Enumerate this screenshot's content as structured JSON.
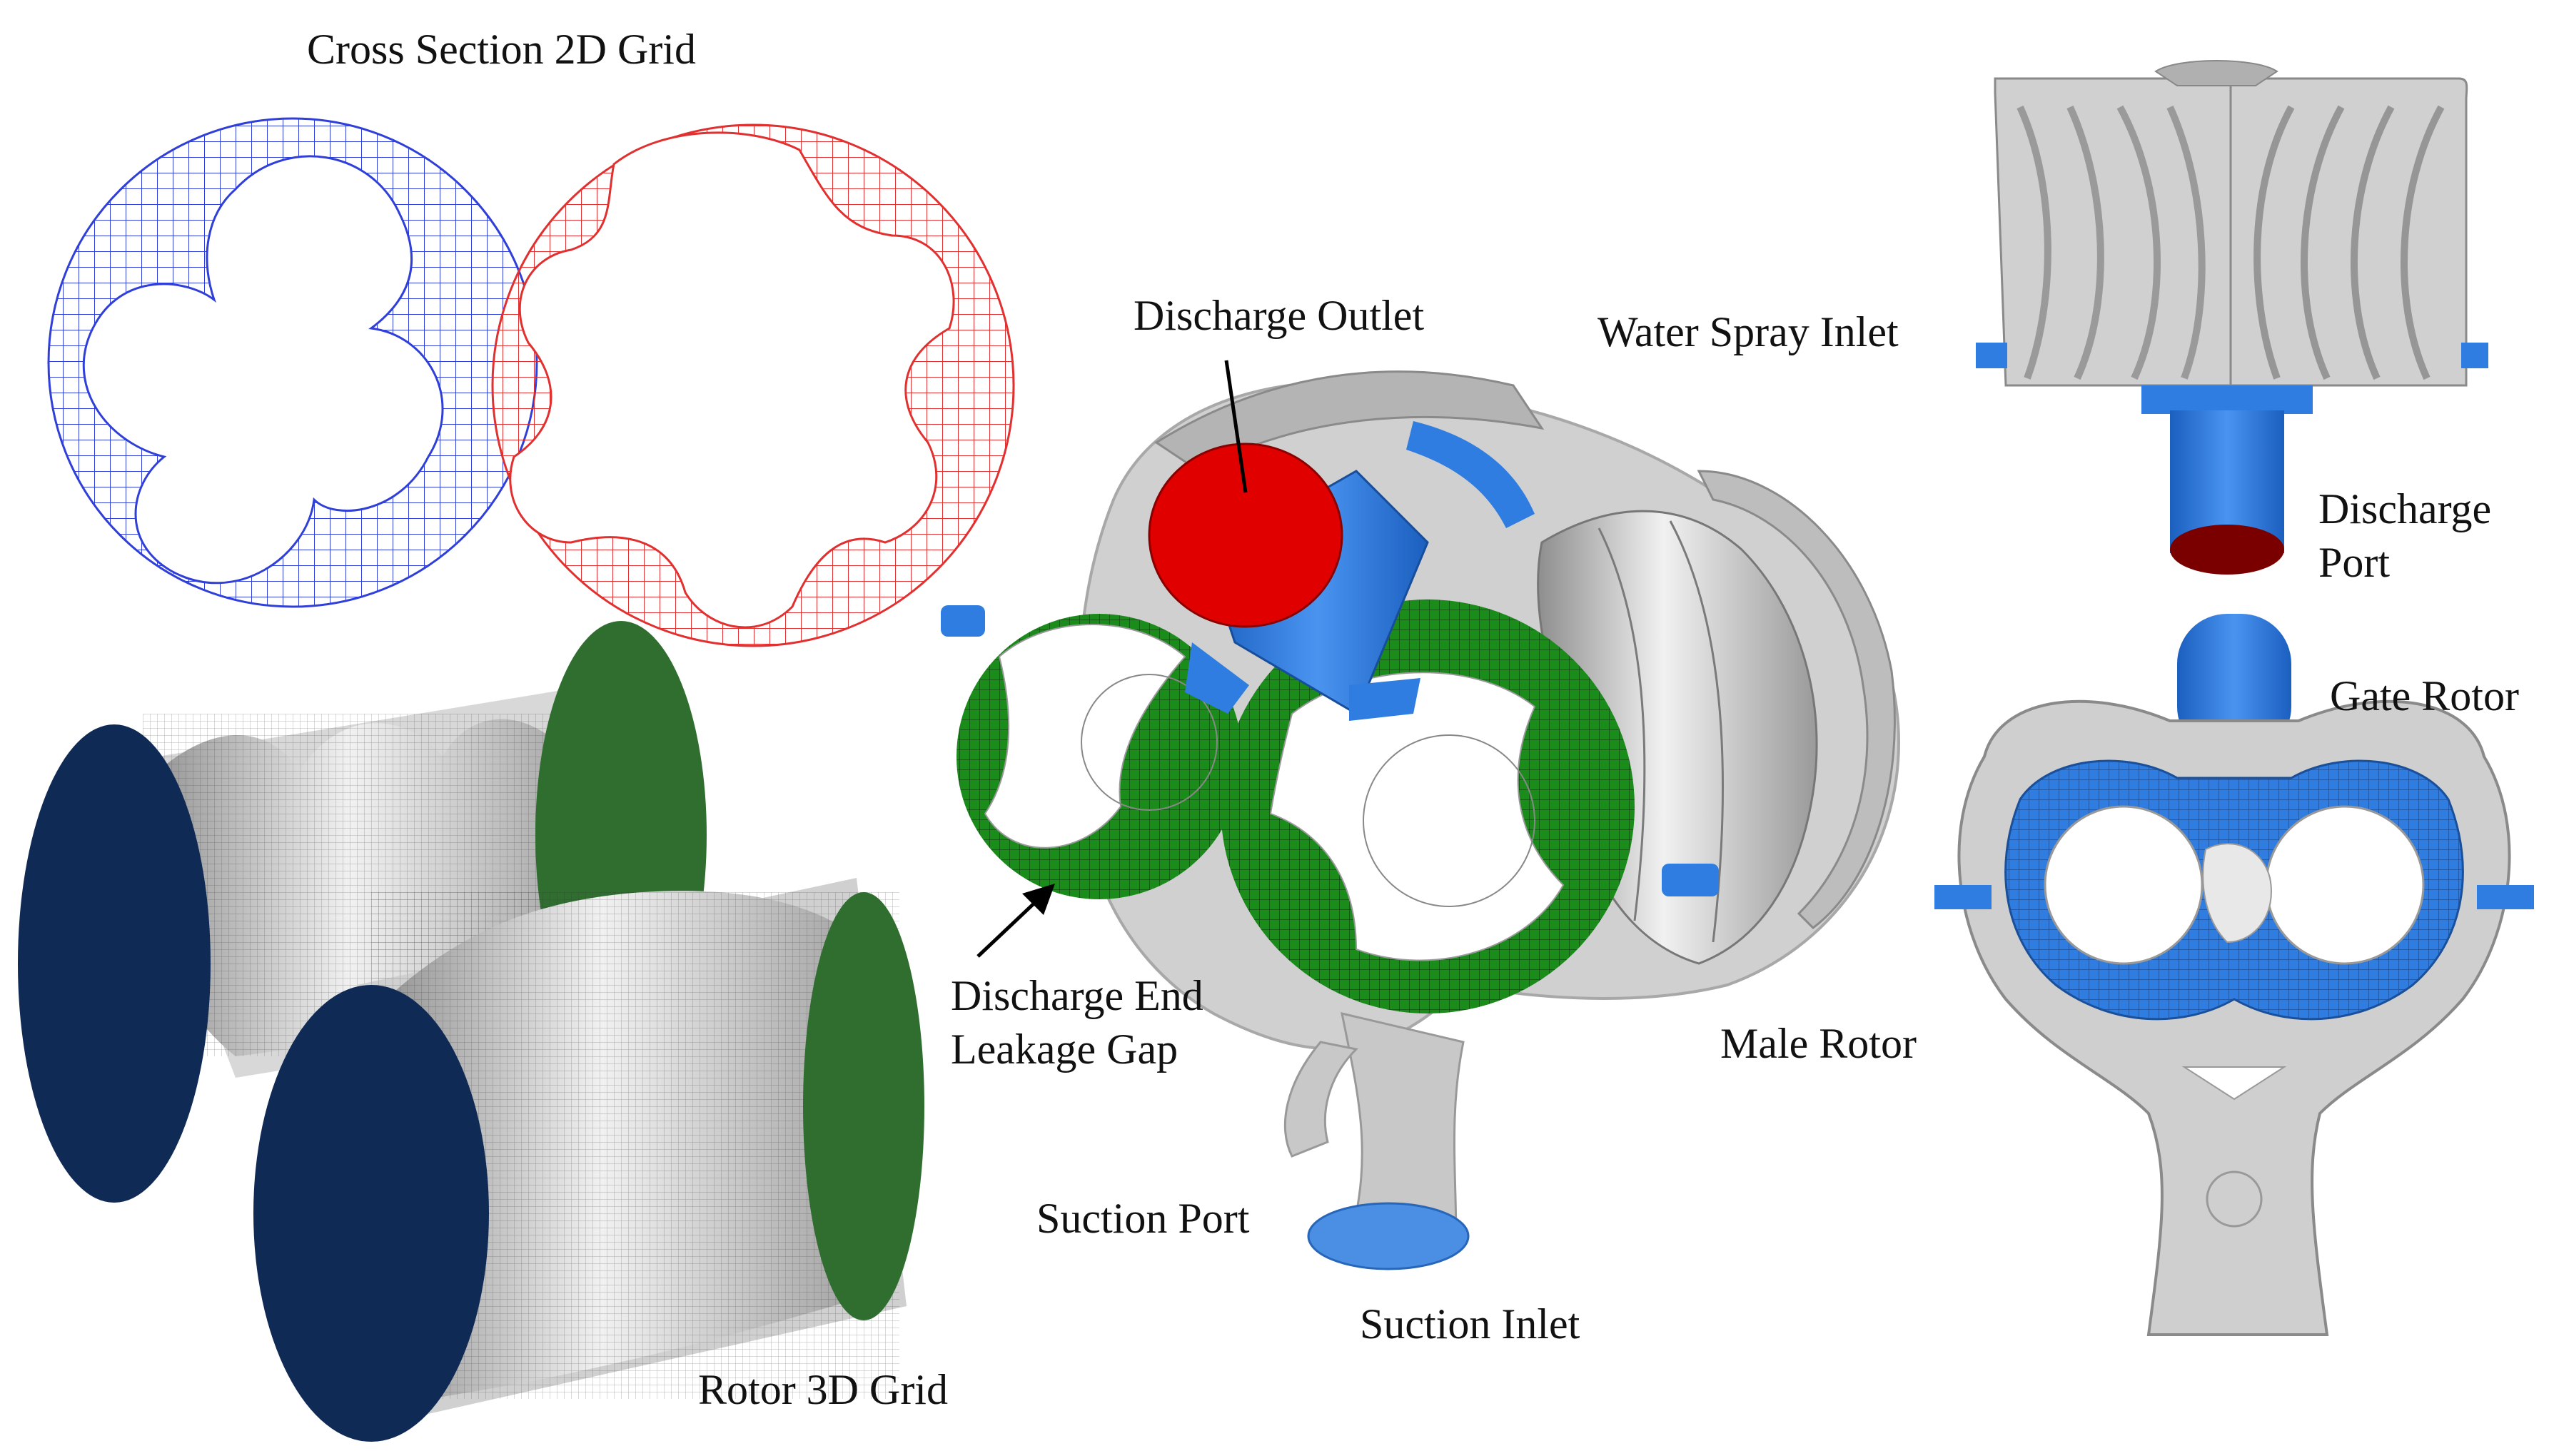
{
  "labels": {
    "cross_section": "Cross Section 2D Grid",
    "rotor_3d": "Rotor 3D Grid",
    "discharge_outlet": "Discharge Outlet",
    "water_spray_inlet": "Water Spray Inlet",
    "discharge_port_line1": "Discharge",
    "discharge_port_line2": "Port",
    "gate_rotor": "Gate Rotor",
    "male_rotor": "Male Rotor",
    "leakage_line1": "Discharge End",
    "leakage_line2": "Leakage Gap",
    "suction_port": "Suction Port",
    "suction_inlet": "Suction Inlet"
  },
  "colors": {
    "male_grid": "#2f3fd8",
    "gate_grid": "#e0302f",
    "rotor_end_blue": "#0f2a55",
    "rotor_end_green": "#2f6e2f",
    "rotor_surface": "#b9b9b9",
    "casing": "#c8c8c8",
    "port_blue": "#2f7de0",
    "outlet_red": "#e00000",
    "leakage_green": "#1a8c1a",
    "port_dark_red": "#7a0000"
  }
}
